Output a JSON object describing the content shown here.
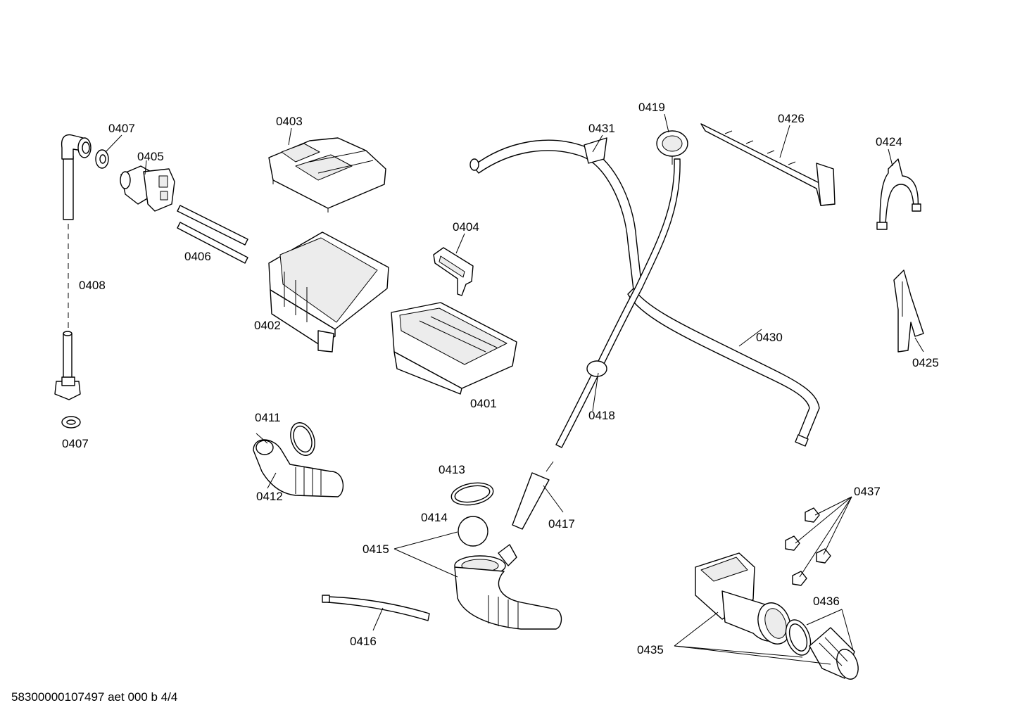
{
  "labels": {
    "l0401": "0401",
    "l0402": "0402",
    "l0403": "0403",
    "l0404": "0404",
    "l0405": "0405",
    "l0406": "0406",
    "l0407a": "0407",
    "l0407b": "0407",
    "l0408": "0408",
    "l0411": "0411",
    "l0412": "0412",
    "l0413": "0413",
    "l0414": "0414",
    "l0415": "0415",
    "l0416": "0416",
    "l0417": "0417",
    "l0418": "0418",
    "l0419": "0419",
    "l0424": "0424",
    "l0425": "0425",
    "l0426": "0426",
    "l0430": "0430",
    "l0431": "0431",
    "l0435": "0435",
    "l0436": "0436",
    "l0437": "0437"
  },
  "footer": "58300000107497 aet 000 b 4/4"
}
